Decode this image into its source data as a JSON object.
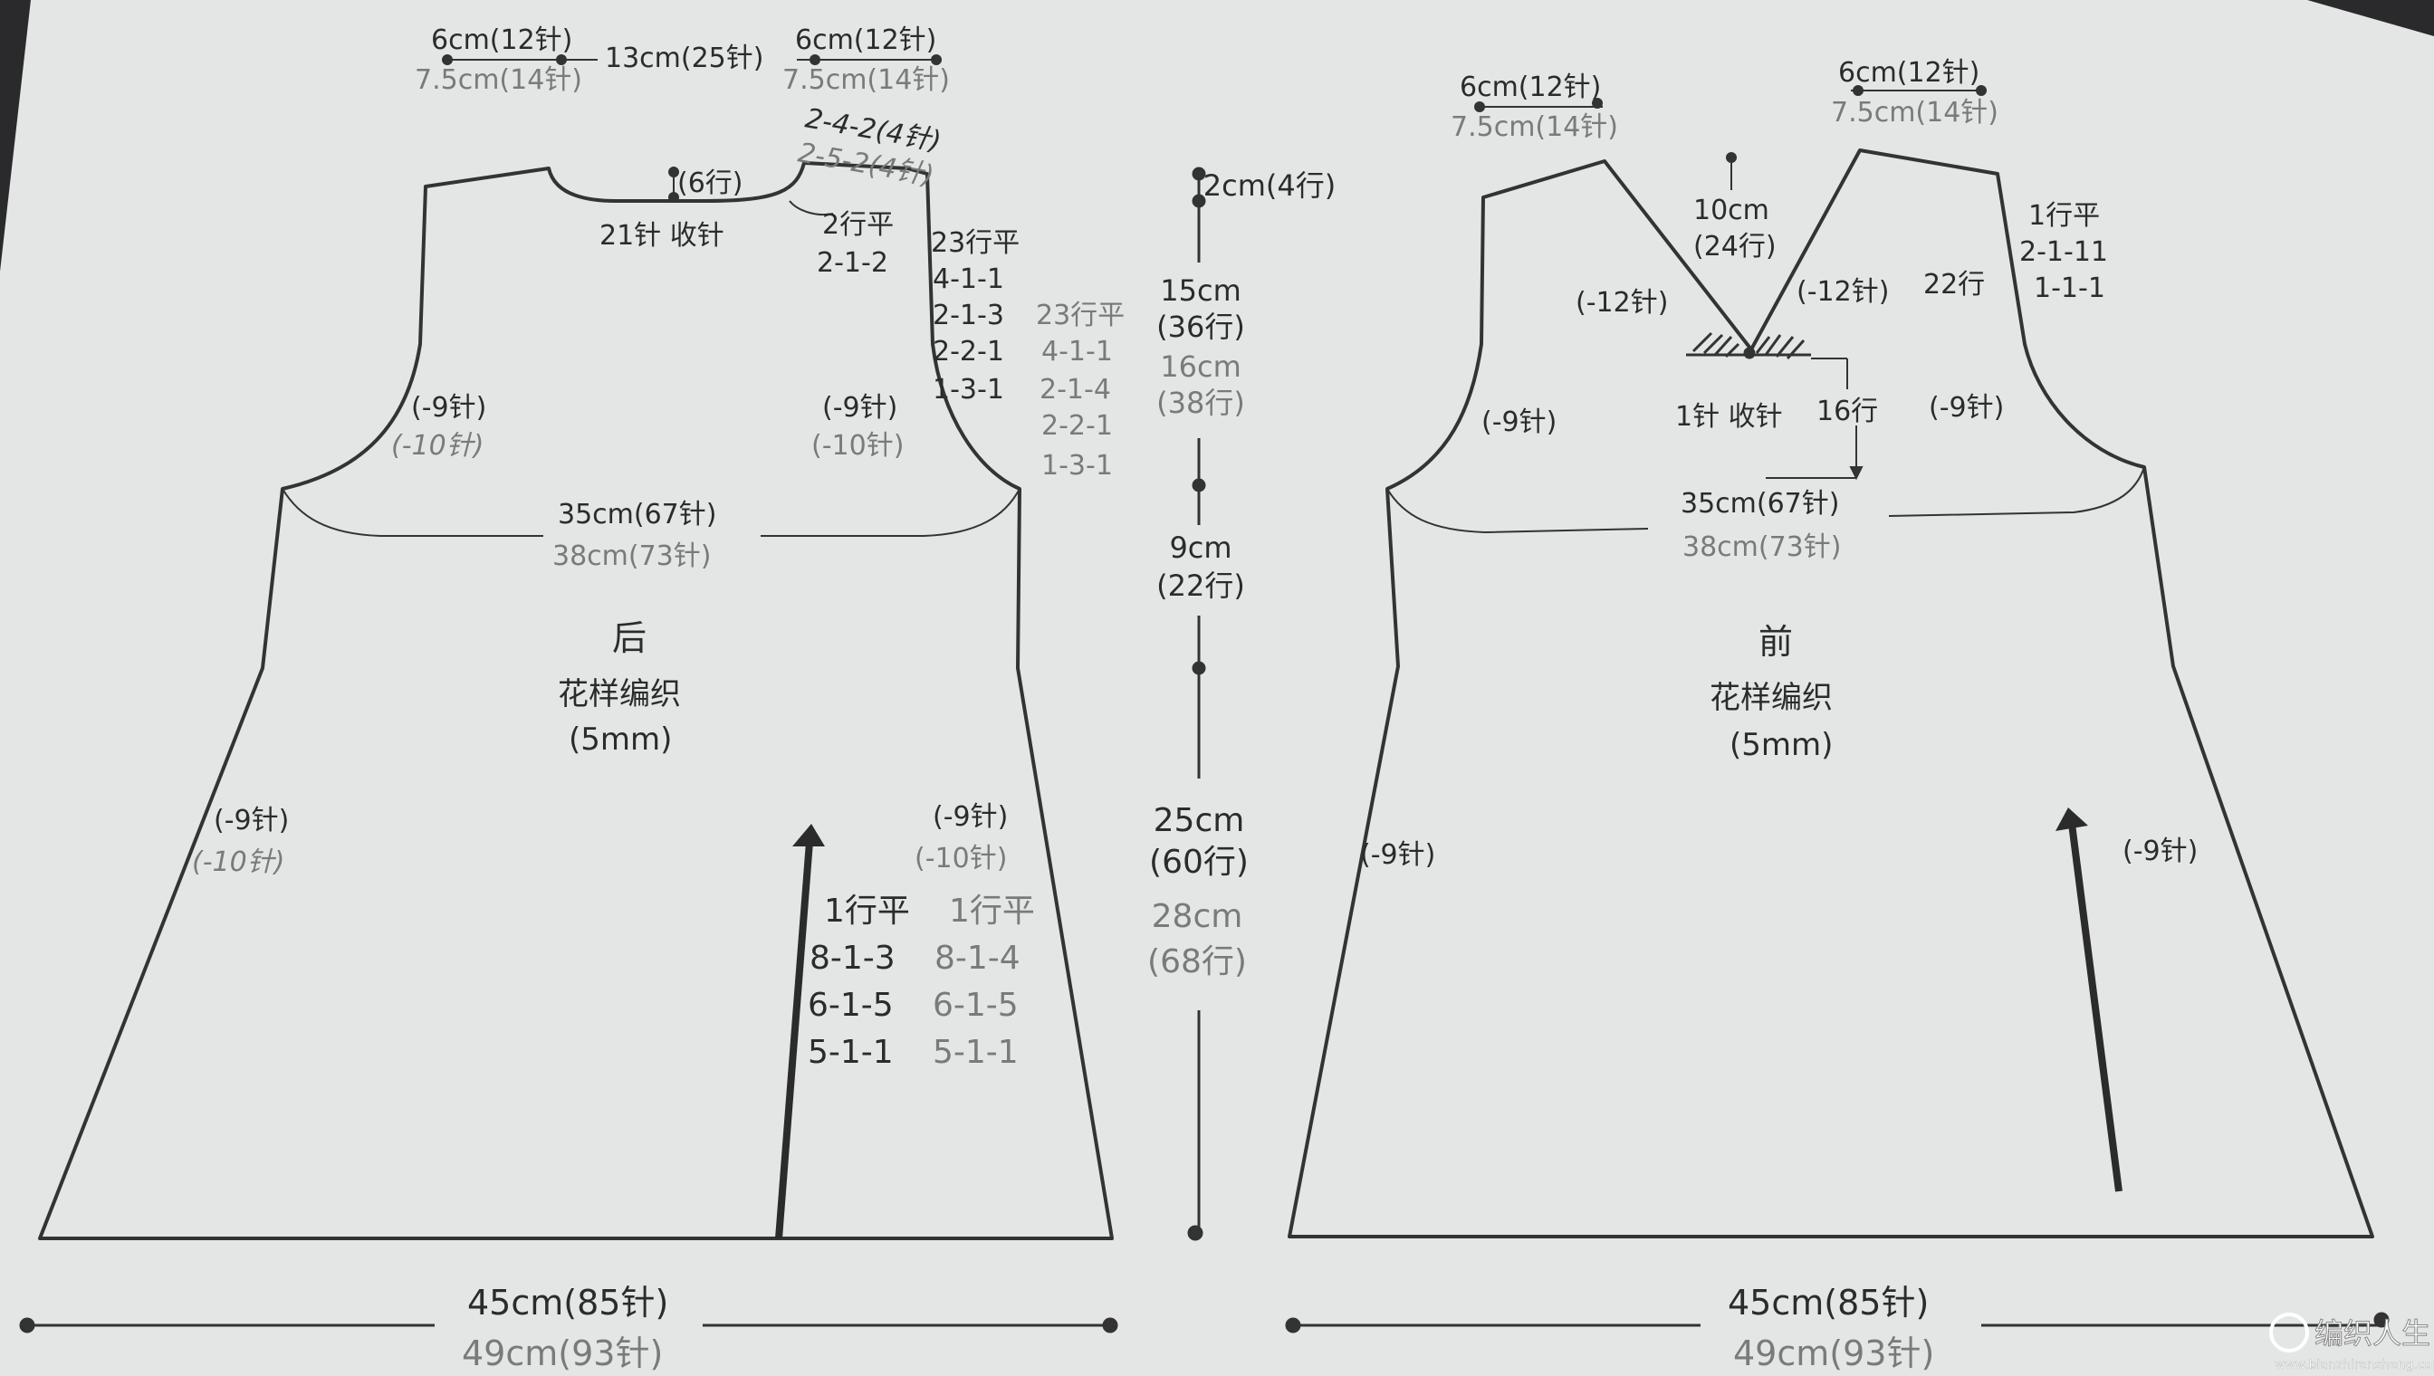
{
  "back": {
    "title": "后",
    "pattern": "花样编织",
    "needle": "(5mm)",
    "shoulder_top": "6cm(12针)",
    "shoulder_top_alt": "7.5cm(14针)",
    "shoulder_top_right": "6cm(12针)",
    "shoulder_top_right_alt": "7.5cm(14针)",
    "neck_width": "13cm(25针)",
    "shoulder_slope": "2-4-2(4针)",
    "shoulder_slope_alt": "2-5-2(4针)",
    "neck_depth": "(6行)",
    "neck_bind": "21针 收针",
    "neck_flat": "2行平",
    "neck_rule": "2-1-2",
    "armhole_rules_a": [
      "23行平",
      "4-1-1",
      "2-1-3",
      "2-2-1",
      "1-3-1"
    ],
    "armhole_rules_b": [
      "23行平",
      "4-1-1",
      "2-1-4",
      "2-2-1",
      "1-3-1"
    ],
    "armhole_left": "(-9针)",
    "armhole_left_alt": "(-10针)",
    "armhole_right": "(-9针)",
    "armhole_right_alt": "(-10针)",
    "chest": "35cm(67针)",
    "chest_alt": "38cm(73针)",
    "side_left": "(-9针)",
    "side_left_alt": "(-10针)",
    "side_right": "(-9针)",
    "side_right_alt": "(-10针)",
    "side_rules_a": [
      "1行平",
      "8-1-3",
      "6-1-5",
      "5-1-1"
    ],
    "side_rules_b": [
      "1行平",
      "8-1-4",
      "6-1-5",
      "5-1-1"
    ],
    "hem": "45cm(85针)",
    "hem_alt": "49cm(93针)"
  },
  "height": {
    "top": "2cm(4行)",
    "armhole": "15cm",
    "armhole_rows": "(36行)",
    "armhole_alt": "16cm",
    "armhole_alt_rows": "(38行)",
    "mid": "9cm",
    "mid_rows": "(22行)",
    "body": "25cm",
    "body_rows": "(60行)",
    "body_alt": "28cm",
    "body_alt_rows": "(68行)"
  },
  "front": {
    "title": "前",
    "pattern": "花样编织",
    "needle": "(5mm)",
    "shoulder_left": "6cm(12针)",
    "shoulder_left_alt": "7.5cm(14针)",
    "shoulder_right": "6cm(12针)",
    "shoulder_right_alt": "7.5cm(14针)",
    "v_depth": "10cm",
    "v_rows": "(24行)",
    "v_left": "(-12针)",
    "v_right": "(-12针)",
    "v_side_rows": "22行",
    "shoulder_rules": [
      "1行平",
      "2-1-11",
      "1-1-1"
    ],
    "center_bind": "1针 收针",
    "center_rows": "16行",
    "armhole_left": "(-9针)",
    "armhole_right": "(-9针)",
    "chest": "35cm(67针)",
    "chest_alt": "38cm(73针)",
    "side_left": "(-9针)",
    "side_right": "(-9针)",
    "hem": "45cm(85针)",
    "hem_alt": "49cm(93针)"
  },
  "watermark": {
    "name": "编织人生",
    "url": "www.bianzhirensheng.com"
  },
  "colors": {
    "paper": "#e4e6e6",
    "ink": "#2b2b2b",
    "ink_light": "#7a7a7a"
  }
}
